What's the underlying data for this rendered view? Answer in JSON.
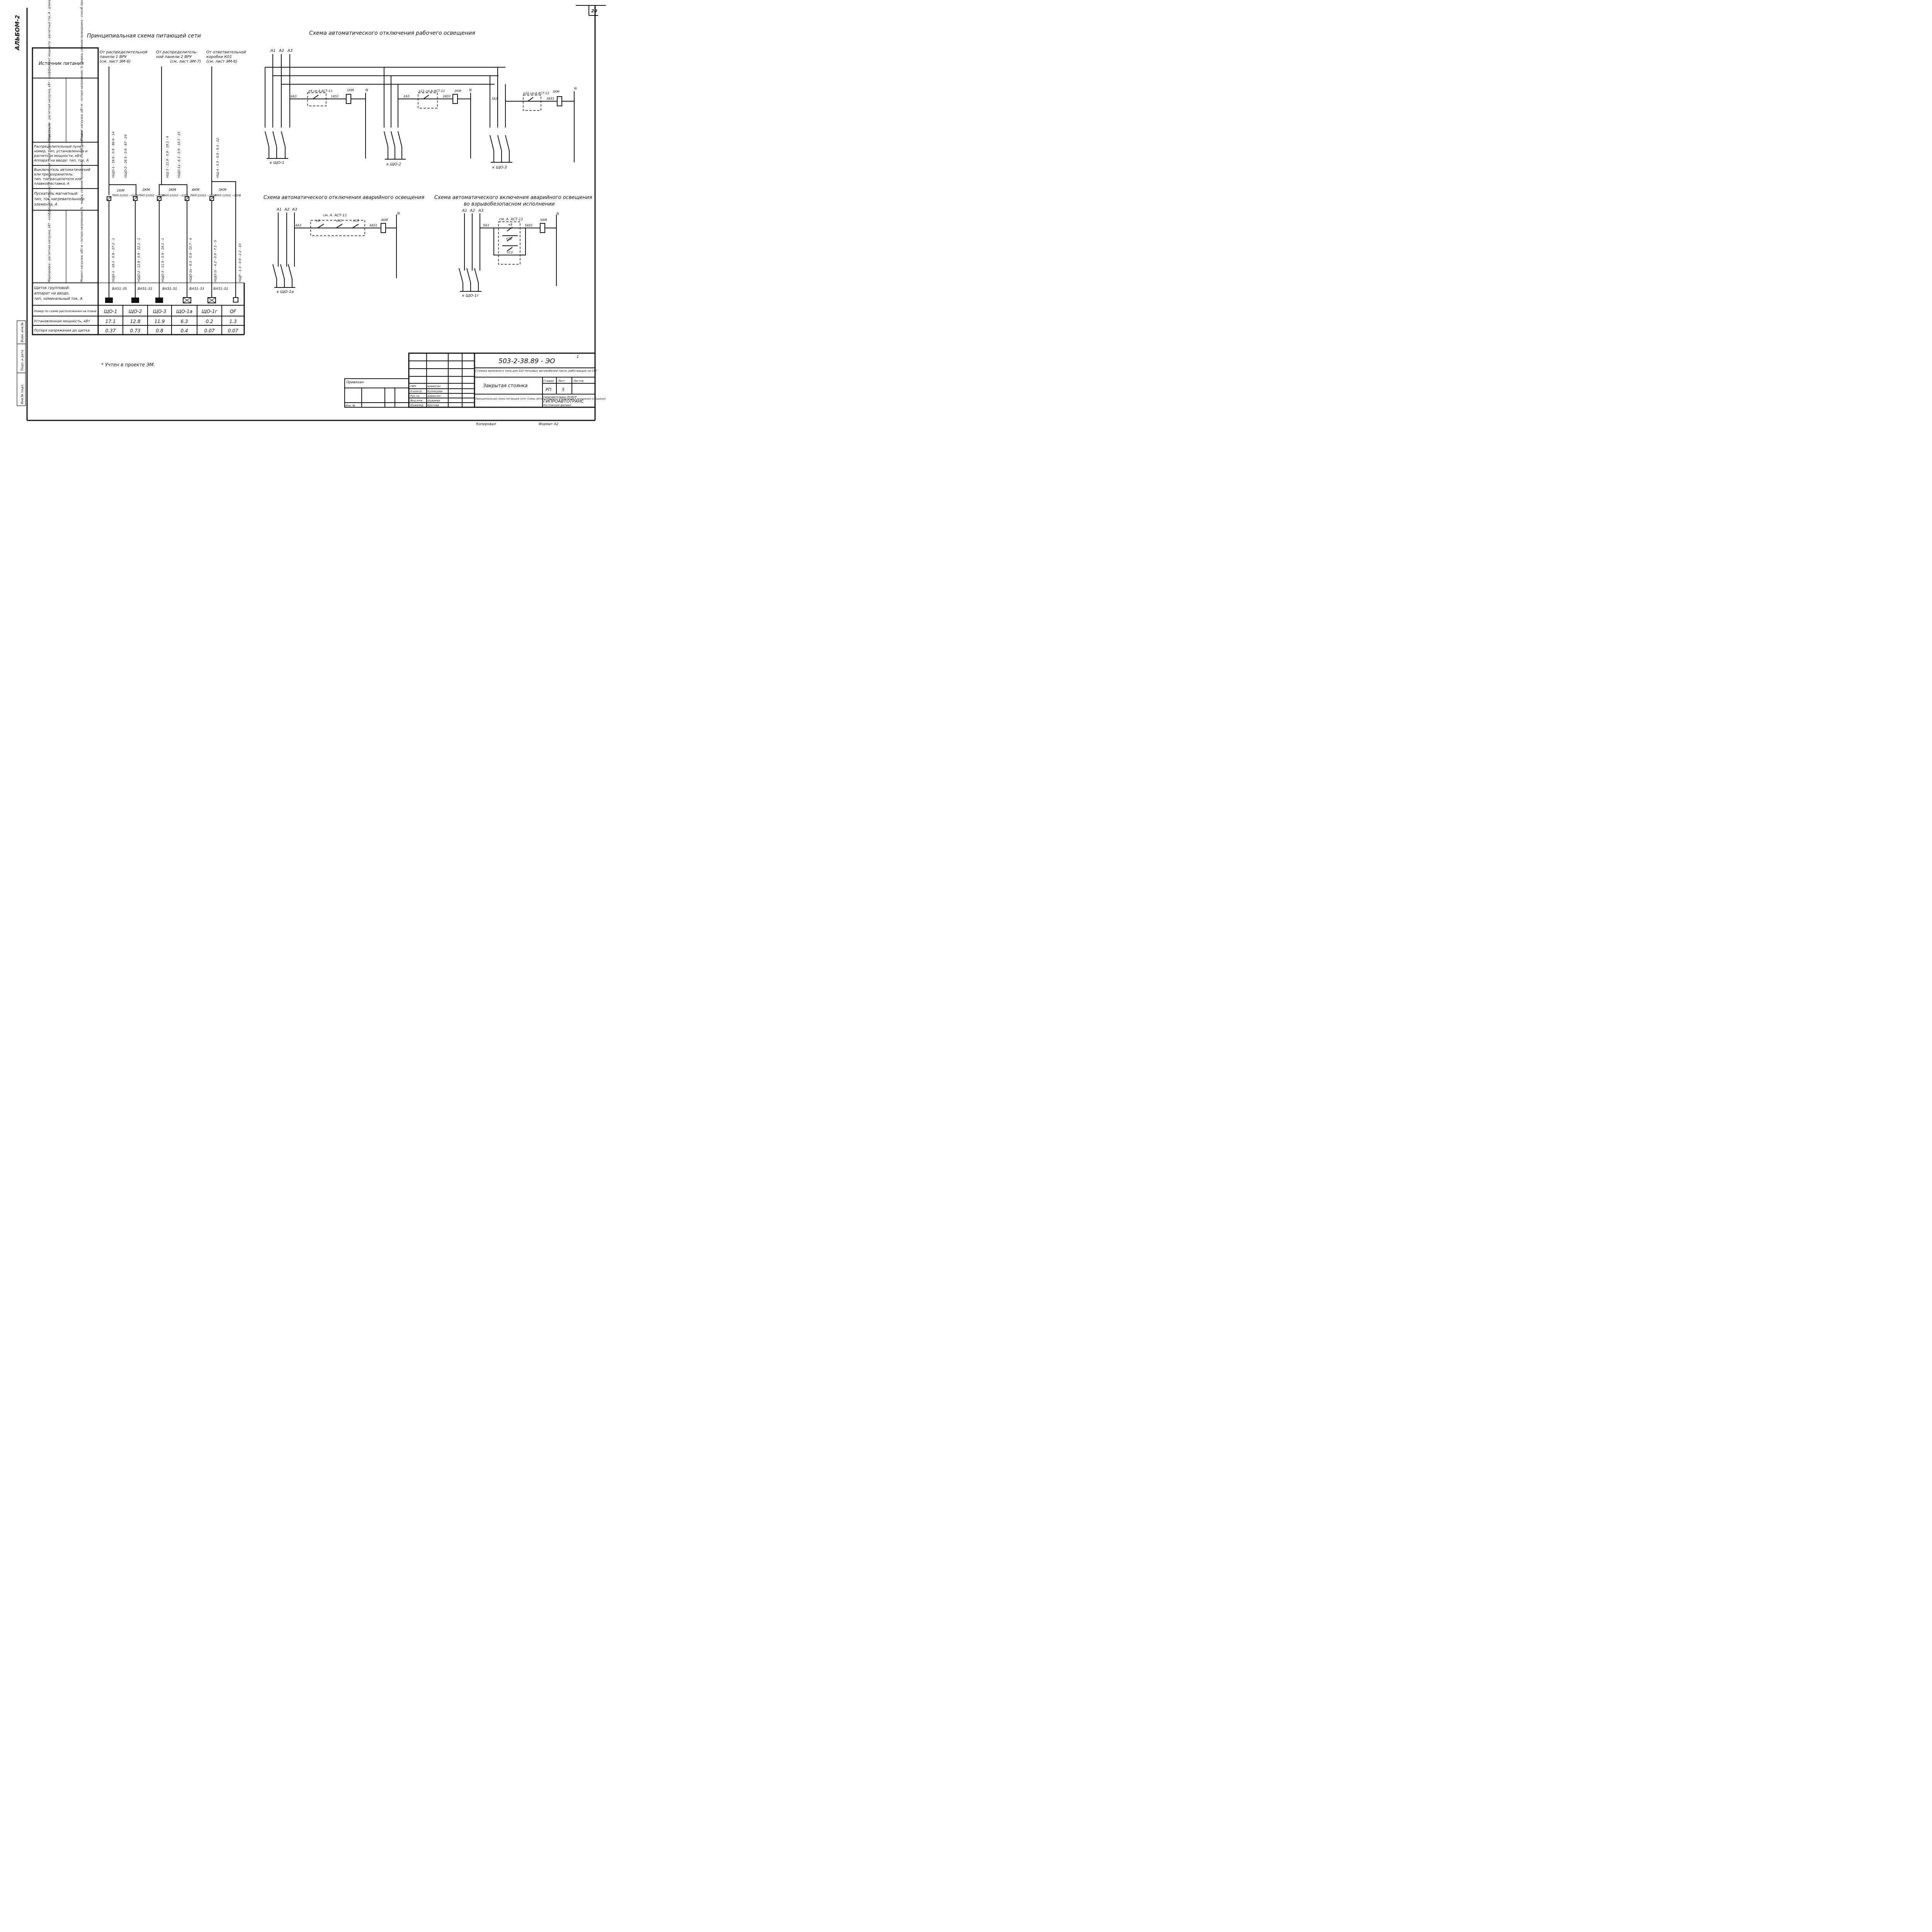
{
  "sheet": {
    "page_number": "20",
    "album": "АЛЬБОМ-2",
    "side_stamp": [
      "Инв.№ подл.",
      "Подп. и дата",
      "Взам. инв.№"
    ]
  },
  "titles": {
    "power_scheme": "Принципиальная схема питающей сети",
    "work_light_off": "Схема автоматического отключения рабочего освещения",
    "emerg_light_off": "Схема автоматического отключения аварийного освещения",
    "emerg_light_on_1": "Схема автоматического включения аварийного освещения",
    "emerg_light_on_2": "во взрывобезопасном исполнении"
  },
  "left_table": {
    "rows": [
      "Источник питания",
      "Маркировка - расчетная нагрузка, кВт - коэффициент мощности - расчетный ток, А - длина участка, м",
      "Момент нагрузки, кВт·м - потеря напряжения, % - марка, сечение проводника - способ прокладки",
      "Распределительный пункт: номер, тип, установленная и расчетная мощности, кВт. Аппарат на вводе: тип, ток, А",
      "Выключатель автоматический или предохранитель: тип, ток расцепителя или плавкой вставки, А",
      "Пускатель магнитный: тип, ток нагревательного элемента, А",
      "Маркировка - расчетная нагрузка, кВт - коэффициент мощности - расчетный ток, А - длина участка, м",
      "Момент нагрузки, кВт·м - потеря напряжения, % - марка, сечение проводника - способ прокладки",
      "Щиток групповой: аппарат на вводе, тип, номинальный ток, А",
      "Номер по схеме расположения на плане",
      "Установленная мощность, кВт",
      "Потеря напряжения до щитка"
    ],
    "sources": [
      "От распределительной панели 1 ВРУ (см. лист ЭМ-6)",
      "От распределительной панели 2 ВРУ (см. лист ЭМ-7)",
      "От ответвительной коробки К01 (см. лист ЭМ-6)"
    ],
    "upper_cable_labels": [
      "НЩО-1 - 18.6 - 0.9 - 86.9 - 14",
      "НЩО-2 - 26.5 - 0.9 - 87 - 24",
      "НЩ-3 - 11.9 - 0.9 - 19.1 - 4",
      "НЩО-1а - 6.3 - 0.9 - 10.7 - 15",
      "НЩ-4 - 5.5 - 0.9 - 9.3 - 12"
    ],
    "contactors": [
      "1КМ",
      "2КМ",
      "3КМ",
      "4КМ",
      "5КМ"
    ],
    "contactor_types": [
      "ПМЛ-21002 ~220В",
      "ПМЛ-21002 ~220В",
      "ПМЛ-21002 ~220В",
      "ПМЛ-21002 ~220В",
      "ПМЛ-11002 ~220В"
    ],
    "lower_cable_labels": [
      "НЩО-1 - 18.1 - 0.9 - 27.2 - 1",
      "НЩО-2 - 12.8 - 0.9 - 22.1 - 1",
      "НЩО-3 - 11.9 - 0.9 - 19.1 - 1",
      "НЩО-1а - 6.3 - 0.9 - 10.7 - 4",
      "НЩО-1г - 4.2 - 0.9 - 7.1 - 5",
      "НЩР - 1.3 - 0.9 - 2.2 - 10"
    ],
    "breakers": [
      "ВА51-35",
      "ВА51-31",
      "ВА51-31",
      "ВА51-33",
      "ВА51-31"
    ],
    "panels": [
      "ЩО-1",
      "ЩО-2",
      "ЩО-3",
      "ЩО-1а",
      "ЩО-1г",
      "QF"
    ],
    "installed_power": [
      "17.1",
      "12.8",
      "11.9",
      "6.3",
      "0.2",
      "1.3"
    ],
    "voltage_loss": [
      "0.37",
      "0.73",
      "0.8",
      "0.4",
      "0.07",
      "0.07"
    ]
  },
  "footnote": "* Учтен в проекте ЭМ.",
  "work_scheme": {
    "phases": [
      "А1",
      "А2",
      "А3"
    ],
    "branches": [
      {
        "feed": "6А3",
        "relay": "к9 см.А.АСТ-11",
        "breaker": "1А51",
        "coil": "1КМ",
        "n": "N",
        "panel": "к ЩО-1"
      },
      {
        "feed": "2А3",
        "relay": "к11 см.А.АСТ-11",
        "breaker": "2А51",
        "coil": "2КМ",
        "n": "N",
        "panel": "к ЩО-2"
      },
      {
        "feed": "3А3",
        "relay": "к10 см.А.АСТ-11",
        "breaker": "3А51",
        "coil": "3КМ",
        "n": "N",
        "panel": "к ЩО-3"
      }
    ]
  },
  "emerg_off": {
    "phases": [
      "А1",
      "А2",
      "А3"
    ],
    "feed": "4А3",
    "relay": "см. А. АСТ-11",
    "contacts": [
      "к9",
      "к11",
      "к13"
    ],
    "breaker": "4А51",
    "coil": "4КМ",
    "n": "N",
    "panel": "к ЩО-1а"
  },
  "emerg_on": {
    "phases": [
      "А1",
      "А2",
      "А3"
    ],
    "feed": "5А3",
    "relay": "см. А. АСТ-11",
    "contacts": [
      "к9",
      "к11",
      "к13"
    ],
    "breaker": "5А51",
    "coil": "5КМ",
    "n": "N",
    "panel": "к ЩО-1г"
  },
  "title_block": {
    "code": "503-2-38.89 - ЭО",
    "sheet_no": "1",
    "desc": "Стоянка манежного типа для 310 легковых автомобилей-такси, работающих на СНГ",
    "object": "Закрытая стоянка",
    "stage_h": "Стадия",
    "sheet_h": "Лист",
    "sheets_h": "Листов",
    "stage": "РП",
    "sheet": "5",
    "drawing_name": "Принципиальная схема питающей сети. Схемы автоматического отключения и включения освещения",
    "org_1": "Гипроавтотранс РСФСР",
    "org_2": "ГИПРОАВТОТРАНС",
    "org_3": "Ростовский филиал",
    "binding": "Привязан",
    "inv": "Инв. №",
    "people": [
      [
        "ГИП",
        "Шамогин"
      ],
      [
        "Н.контр.",
        "Кузнецова"
      ],
      [
        "Рук.гр.",
        "Шамогин"
      ],
      [
        "Вед.инж.",
        "Шуваева"
      ],
      [
        "Инженер",
        "Кротова"
      ]
    ],
    "copied": "Копировал",
    "format": "Формат А2"
  }
}
